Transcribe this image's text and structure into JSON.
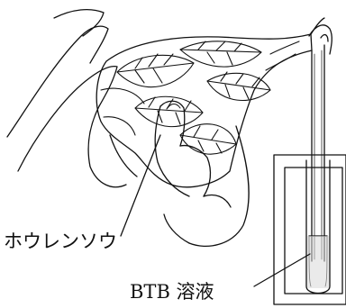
{
  "labels": {
    "spinach": "ホウレンソウ",
    "btb_solution": "BTB 溶液"
  },
  "colors": {
    "ink": "#111111",
    "paper": "#ffffff"
  },
  "icons": {
    "hands": "hands-holding-bag",
    "bag": "plastic-bag-with-leaves",
    "tube": "glass-tube",
    "beaker": "test-tube-in-stand"
  }
}
